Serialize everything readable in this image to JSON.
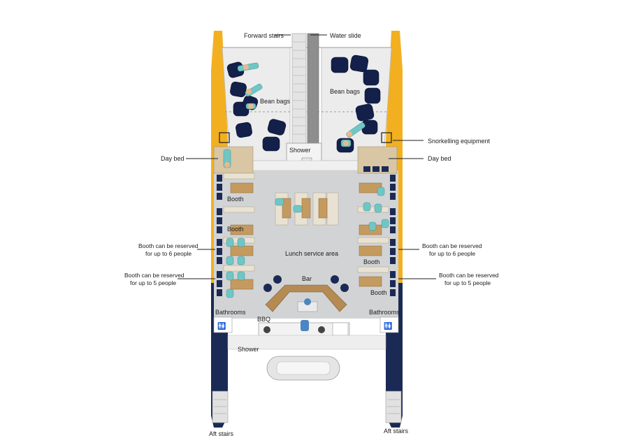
{
  "colors": {
    "hull_yellow": "#f2b021",
    "hull_navy": "#1b2a55",
    "deck_gray": "#d2d3d5",
    "net_gray": "#ececec",
    "wood": "#c49a5f",
    "seat_navy": "#1b2a55",
    "person_teal": "#6fc7c5"
  },
  "labels": {
    "forward_stairs": "Forward stairs",
    "water_slide": "Water slide",
    "bean_bags_left": "Bean bags",
    "bean_bags_right": "Bean bags",
    "shower_top": "Shower",
    "snorkelling": "Snorkelling equipment",
    "day_bed_left": "Day bed",
    "day_bed_right": "Day bed",
    "booth_l1": "Booth",
    "booth_l2": "Booth",
    "booth_r1": "Booth",
    "booth_r2": "Booth",
    "lunch_area": "Lunch service area",
    "bar": "Bar",
    "booth6_left_1": "Booth can be reserved",
    "booth6_left_2": "for up to 6 people",
    "booth5_left_1": "Booth can be reserved",
    "booth5_left_2": "for up to 5 people",
    "booth6_right_1": "Booth can be reserved",
    "booth6_right_2": "for up to 6 people",
    "booth5_right_1": "Booth can be reserved",
    "booth5_right_2": "for up to 5 people",
    "bathrooms_left": "Bathrooms",
    "bathrooms_right": "Bathrooms",
    "bbq": "BBQ",
    "shower_aft": "Shower",
    "aft_stairs_left": "Aft stairs",
    "aft_stairs_right": "Aft stairs"
  },
  "icons": [
    "toilet-icon",
    "shower-head-icon",
    "bbq-grill-icon",
    "dinghy-icon"
  ]
}
